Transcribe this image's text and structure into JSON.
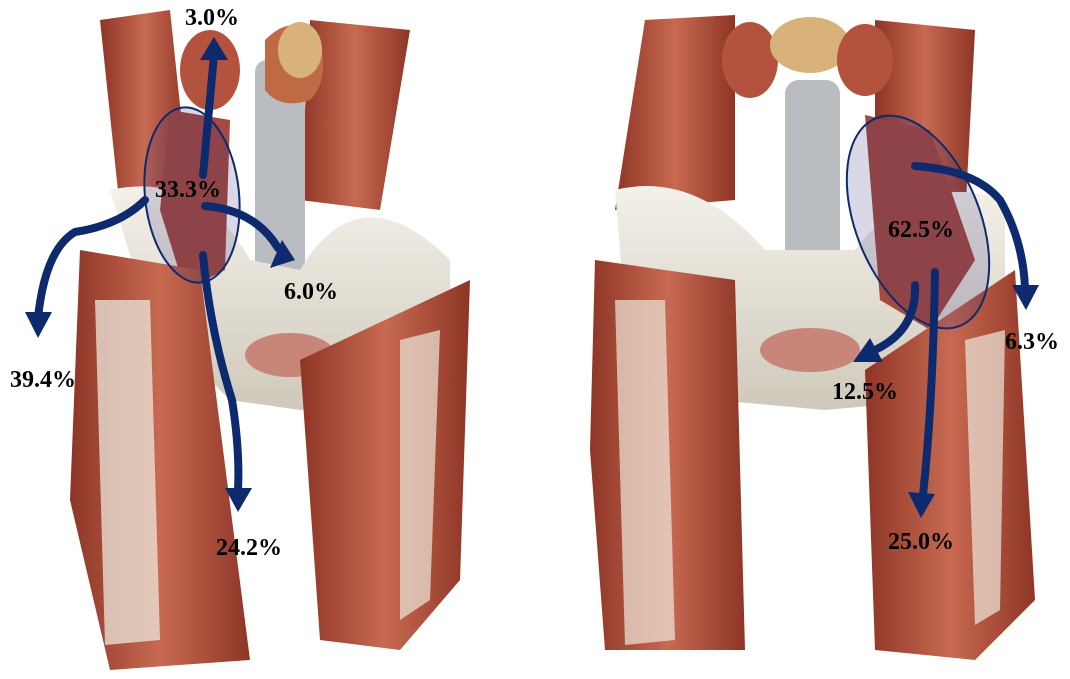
{
  "figure": {
    "arrow_color": "#0d2a6e",
    "outline_color": "#0d2a6e",
    "muscle_color": "#b5523e",
    "bone_color": "#ece8dc",
    "left_panel": {
      "center_label": "33.3%",
      "arrow_labels": {
        "up": "3.0%",
        "right": "6.0%",
        "left_down": "39.4%",
        "down": "24.2%"
      }
    },
    "right_panel": {
      "center_label": "62.5%",
      "arrow_labels": {
        "right_down": "6.3%",
        "left_down": "12.5%",
        "down": "25.0%"
      }
    }
  }
}
